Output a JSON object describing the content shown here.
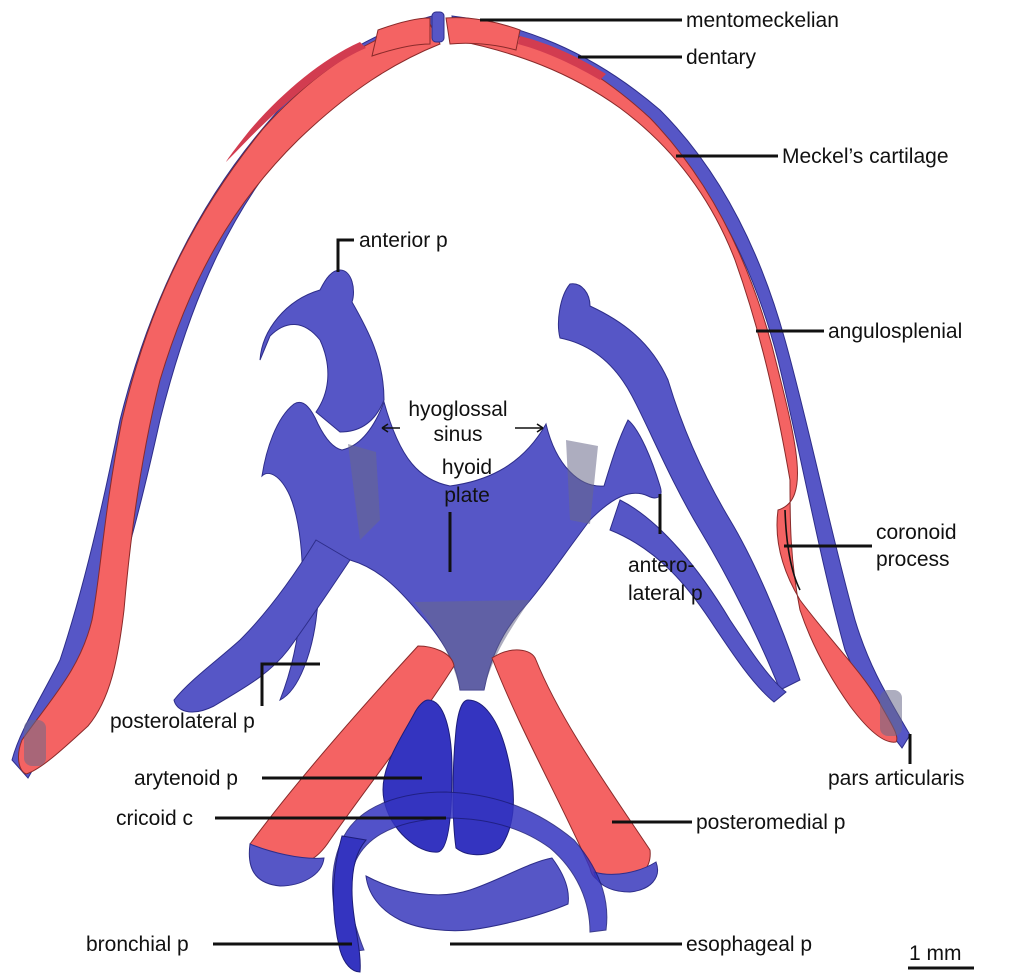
{
  "labels": {
    "mentomeckelian": "mentomeckelian",
    "dentary": "dentary",
    "meckels_cartilage": "Meckel’s cartilage",
    "anterior_p": "anterior p",
    "angulosplenial": "angulosplenial",
    "hyoglossal_1": "hyoglossal",
    "hyoglossal_2": "sinus",
    "hyoid_1": "hyoid",
    "hyoid_2": "plate",
    "anterolateral_1": "antero-",
    "anterolateral_2": "lateral p",
    "coronoid_1": "coronoid",
    "coronoid_2": "process",
    "posterolateral_p": "posterolateral p",
    "arytenoid_p": "arytenoid p",
    "cricoid_c": "cricoid c",
    "posteromedial_p": "posteromedial p",
    "pars_articularis": "pars articularis",
    "bronchial_p": "bronchial p",
    "esophageal_p": "esophageal p",
    "scale_bar": "1 mm"
  },
  "colors": {
    "cartilage_blue": "#5656c6",
    "larynx_blue": "#3434c0",
    "bone_red": "#f46363"
  }
}
